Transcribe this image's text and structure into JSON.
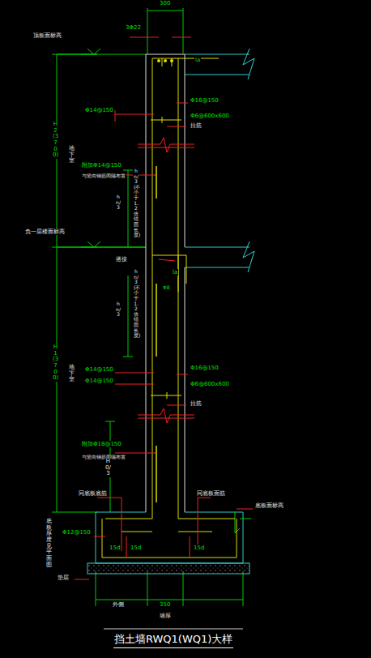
{
  "diagram": {
    "caption": "挡土墙RWQ1(WQ1)大样",
    "labels": [
      "300",
      "3Φ22",
      "顶板面标高",
      "la",
      "Φ16@150",
      "Φ14@150",
      "Φ6@600x600",
      "拉筋",
      "H2(3700)",
      "地下室",
      "附加Φ14@150",
      "与竖向钢筋间隔布置",
      "hn/3",
      "hn/3(不小于1.2倍锚固长度)",
      "负一层楼面标高",
      "搭接",
      "la",
      "Φ8",
      "hn/3",
      "hn/3(不小于1.2倍锚固长度)",
      "Φ16@150",
      "Φ14@150",
      "Φ14@150",
      "Φ6@600x600",
      "拉筋",
      "H1(3700)",
      "地下室",
      "附加Φ18@150",
      "与竖向钢筋间隔布置",
      "H0/3",
      "同底板底筋",
      "同底板面筋",
      "底板面标高",
      "Φ12@150",
      "底板厚度见平面图",
      "15d",
      "15d",
      "15d",
      "垫层",
      "外侧",
      "350",
      "墙厚"
    ]
  }
}
